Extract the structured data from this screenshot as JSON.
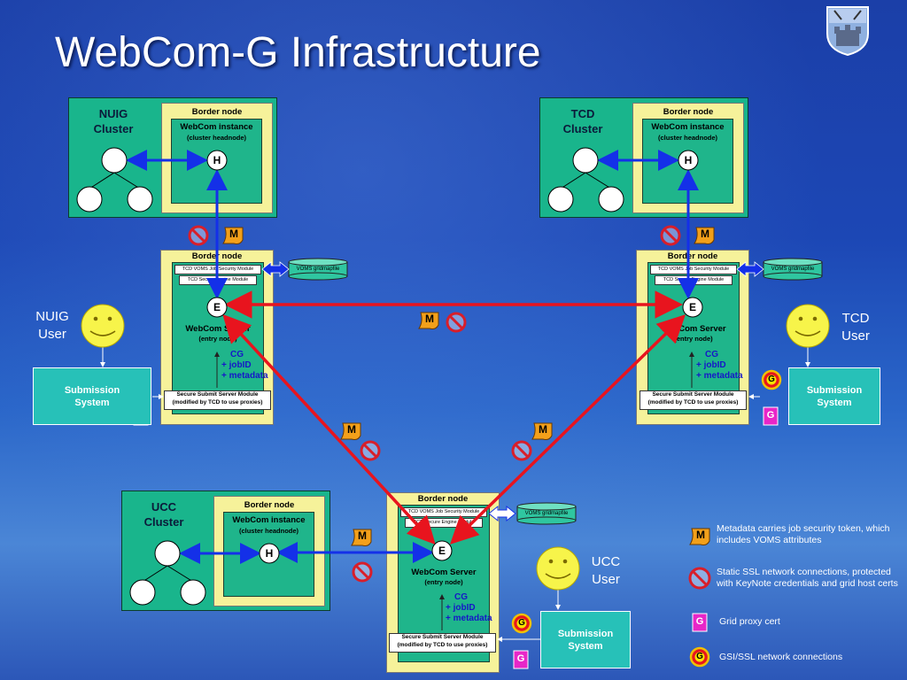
{
  "title": "WebCom-G Infrastructure",
  "clusters": {
    "nuig": {
      "label": "NUIG\nCluster"
    },
    "tcd": {
      "label": "TCD\nCluster"
    },
    "ucc": {
      "label": "UCC\nCluster"
    }
  },
  "border_node": "Border node",
  "webcom_instance": "WebCom instance",
  "cluster_headnode": "(cluster headnode)",
  "webcom_server": "WebCom Server",
  "entry_node": "(entry node)",
  "job_security_module": "TCD VOMS Job Security Module",
  "secure_engine_module": "TCD Secure Engine Module",
  "voms_gridmapfile": "VOMS gridmapfile",
  "secure_submit_line1": "Secure Submit Server Module",
  "secure_submit_line2": "(modified by TCD to use proxies)",
  "cg_lines": [
    "CG",
    "+ jobID",
    "+ metadata"
  ],
  "node_h": "H",
  "node_e": "E",
  "badge_m": "M",
  "badge_g": "G",
  "users": {
    "nuig": "NUIG\nUser",
    "tcd": "TCD\nUser",
    "ucc": "UCC\nUser"
  },
  "submission_system": "Submission\nSystem",
  "legend": {
    "metadata": "Metadata carries job security token, which includes VOMS attributes",
    "ssl": "Static SSL network connections, protected with KeyNote credentials and grid host certs",
    "proxy": "Grid proxy cert",
    "gsi": "GSI/SSL network connections"
  },
  "colors": {
    "arrow_red": "#e8141e",
    "arrow_blue": "#1430e8",
    "cluster_green": "#19b58c",
    "border_yellow": "#f6f29a",
    "submission_teal": "#27c1b8"
  }
}
